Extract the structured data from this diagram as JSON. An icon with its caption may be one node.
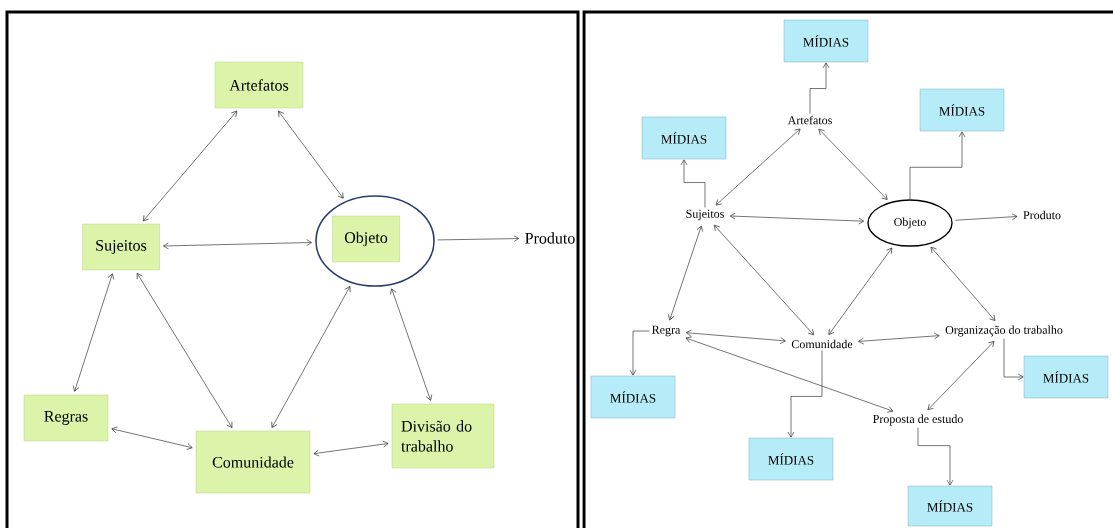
{
  "diagram": {
    "nodes": [
      {
        "text": [
          "Artefatos"
        ]
      },
      {
        "text": [
          "Sujeitos"
        ]
      },
      {
        "text": [],
        "shape": "ellipse"
      },
      {
        "text": [
          "Objeto"
        ],
        "in": 2
      },
      {
        "text": [
          "Produto"
        ]
      },
      {
        "text": [
          "Regras"
        ]
      },
      {
        "text": [
          "Comunidade"
        ]
      },
      {
        "text": [
          "Divisão do trabalho"
        ]
      },
      {
        "text": [
          "MÍDIAS"
        ]
      },
      {
        "text": [
          "Artefatos"
        ]
      },
      {
        "text": [
          "MÍDIAS"
        ]
      },
      {
        "text": [
          "MÍDIAS"
        ]
      },
      {
        "text": [
          "Sujeitos"
        ]
      },
      {
        "text": [
          "Objeto"
        ]
      },
      {
        "text": [
          "Produto"
        ]
      },
      {
        "text": [
          "Regra"
        ]
      },
      {
        "text": [
          "Comunidade"
        ]
      },
      {
        "text": [
          "Organização do trabalho"
        ]
      },
      {
        "text": [
          "MÍDIAS"
        ]
      },
      {
        "text": [
          "MÍDIAS"
        ]
      },
      {
        "text": [
          "Proposta de estudo"
        ]
      },
      {
        "text": [
          "MÍDIAS"
        ]
      },
      {
        "text": [
          "MÍDIAS"
        ]
      }
    ],
    "edges": [
      {
        "from": 0,
        "to": 1,
        "arrow": "both"
      },
      {
        "from": 0,
        "to": 2,
        "arrow": "both"
      },
      {
        "from": 1,
        "to": 2,
        "arrow": "both"
      },
      {
        "from": 1,
        "to": 5,
        "arrow": "both"
      },
      {
        "from": 1,
        "to": 6,
        "arrow": "both"
      },
      {
        "from": 2,
        "to": 6,
        "arrow": "both"
      },
      {
        "from": 2,
        "to": 7,
        "arrow": "both"
      },
      {
        "from": 5,
        "to": 6,
        "arrow": "both"
      },
      {
        "from": 6,
        "to": 7,
        "arrow": "both"
      },
      {
        "from": 2,
        "to": 4,
        "arrow": "to"
      },
      {
        "from": 9,
        "to": 8,
        "arrow": "to"
      },
      {
        "from": 12,
        "to": 10,
        "arrow": "to"
      },
      {
        "from": 13,
        "to": 11,
        "arrow": "to"
      },
      {
        "from": 9,
        "to": 12,
        "arrow": "both"
      },
      {
        "from": 9,
        "to": 13,
        "arrow": "both"
      },
      {
        "from": 12,
        "to": 13,
        "arrow": "both"
      },
      {
        "from": 13,
        "to": 14,
        "arrow": "to"
      },
      {
        "from": 12,
        "to": 15,
        "arrow": "both"
      },
      {
        "from": 12,
        "to": 16,
        "arrow": "both"
      },
      {
        "from": 13,
        "to": 16,
        "arrow": "both"
      },
      {
        "from": 13,
        "to": 17,
        "arrow": "both"
      },
      {
        "from": 15,
        "to": 16,
        "arrow": "both"
      },
      {
        "from": 16,
        "to": 17,
        "arrow": "both"
      },
      {
        "from": 15,
        "to": 20,
        "arrow": "both"
      },
      {
        "from": 17,
        "to": 20,
        "arrow": "both"
      },
      {
        "from": 15,
        "to": 19,
        "arrow": "to"
      },
      {
        "from": 16,
        "to": 21,
        "arrow": "to"
      },
      {
        "from": 17,
        "to": 18,
        "arrow": "to"
      },
      {
        "from": 20,
        "to": 22,
        "arrow": "to"
      }
    ]
  }
}
